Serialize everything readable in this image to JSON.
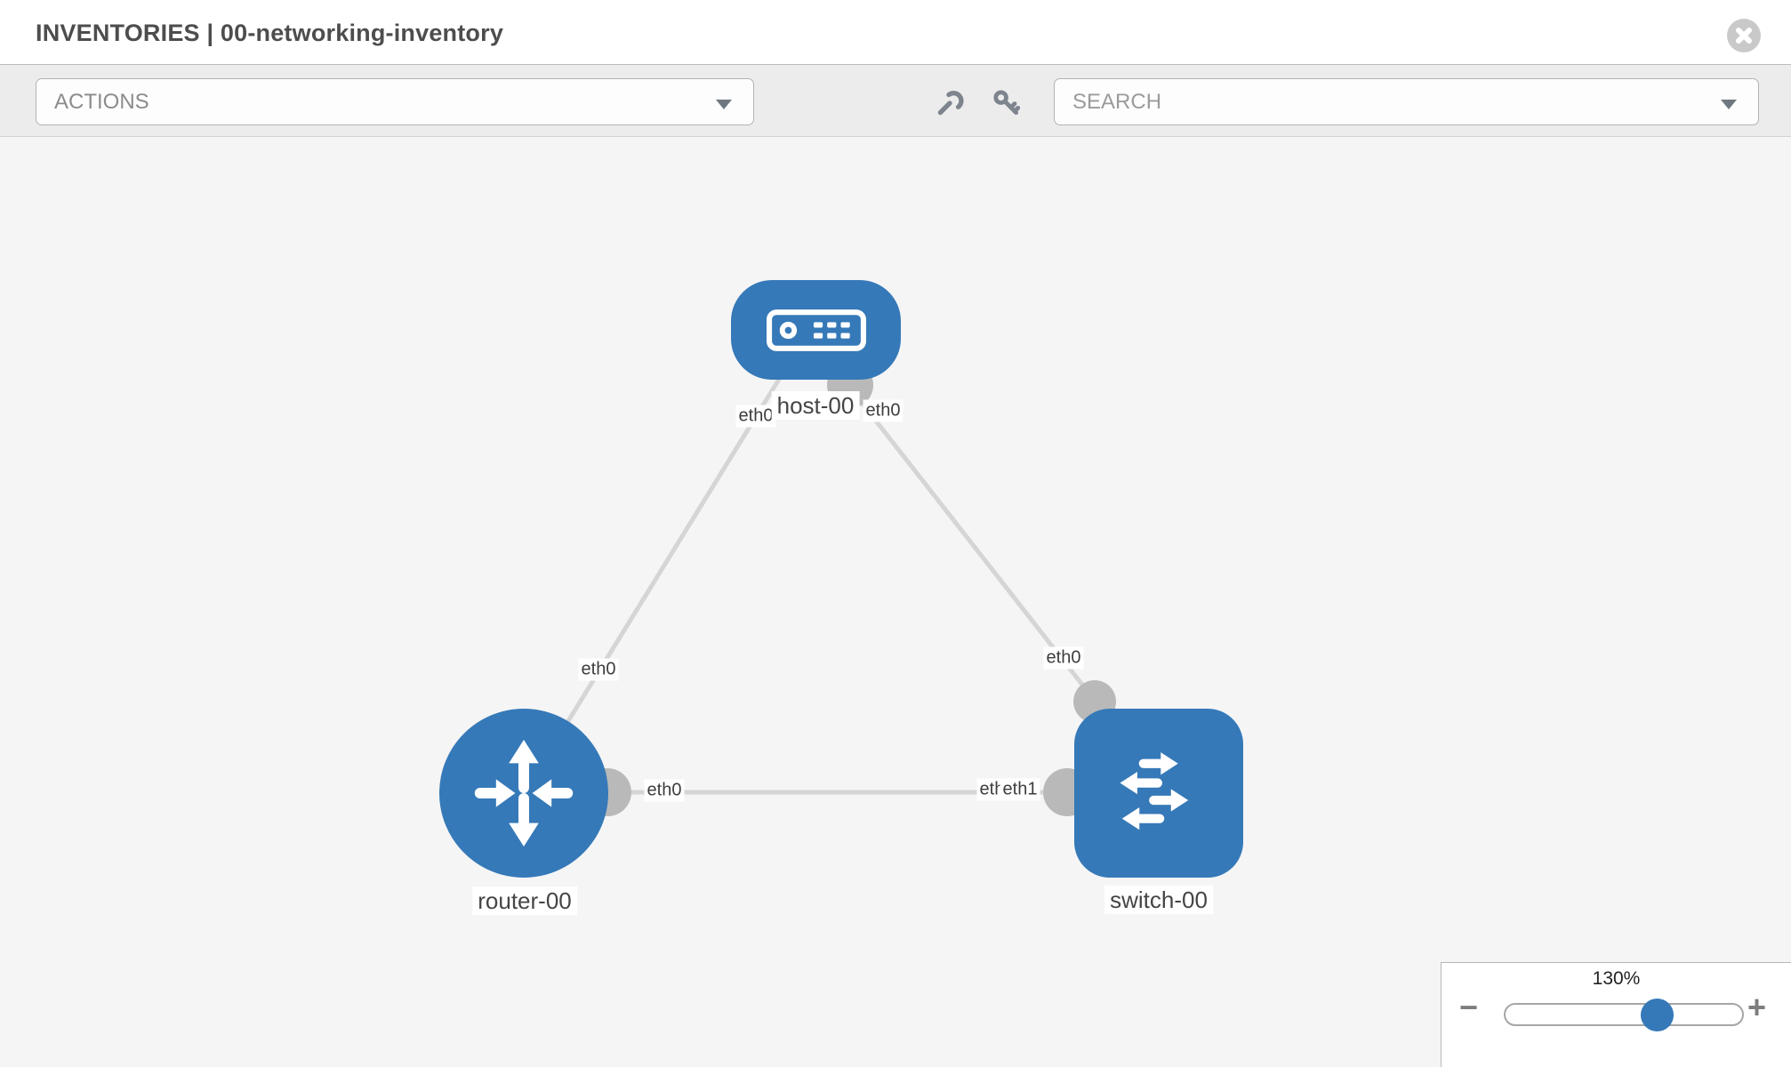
{
  "header": {
    "title": "INVENTORIES | 00-networking-inventory"
  },
  "toolbar": {
    "actions_label": "ACTIONS",
    "search_placeholder": "SEARCH"
  },
  "icons": {
    "close": "close-x",
    "wrench": "wrench",
    "key": "key",
    "minus": "−",
    "plus": "+"
  },
  "colors": {
    "node_blue": "#3579b8",
    "port_gray": "#b9b9b9",
    "link_gray": "#d5d5d5",
    "toolbar_bg": "#ececec",
    "canvas_bg": "#f5f5f6",
    "label_text": "#454545"
  },
  "topology": {
    "nodes": [
      {
        "id": "host-00",
        "type": "host",
        "label": "host-00"
      },
      {
        "id": "router-00",
        "type": "router",
        "label": "router-00"
      },
      {
        "id": "switch-00",
        "type": "switch",
        "label": "switch-00"
      }
    ],
    "links": [
      {
        "from": "host-00",
        "to": "router-00",
        "from_interface": "eth0",
        "to_interface": "eth0"
      },
      {
        "from": "host-00",
        "to": "switch-00",
        "from_interface": "eth0",
        "to_interface": "eth0"
      },
      {
        "from": "router-00",
        "to": "switch-00",
        "from_interface": "eth0",
        "to_interface": "eth1"
      }
    ],
    "interface_labels": [
      {
        "text": "eth0",
        "at": "host-00 end of host-router link"
      },
      {
        "text": "eth0",
        "at": "host-00 end of host-switch link"
      },
      {
        "text": "eth0",
        "at": "router-00 end of host-router link"
      },
      {
        "text": "eth0",
        "at": "switch-00 end of host-switch link"
      },
      {
        "text": "eth0",
        "at": "router-00 end of router-switch link"
      },
      {
        "text": "eth0",
        "at": "switch-00 end of router-switch link (partially hidden)"
      },
      {
        "text": "eth1",
        "at": "switch-00 end of router-switch link (front)"
      }
    ]
  },
  "zoom_control": {
    "level": "130%"
  }
}
